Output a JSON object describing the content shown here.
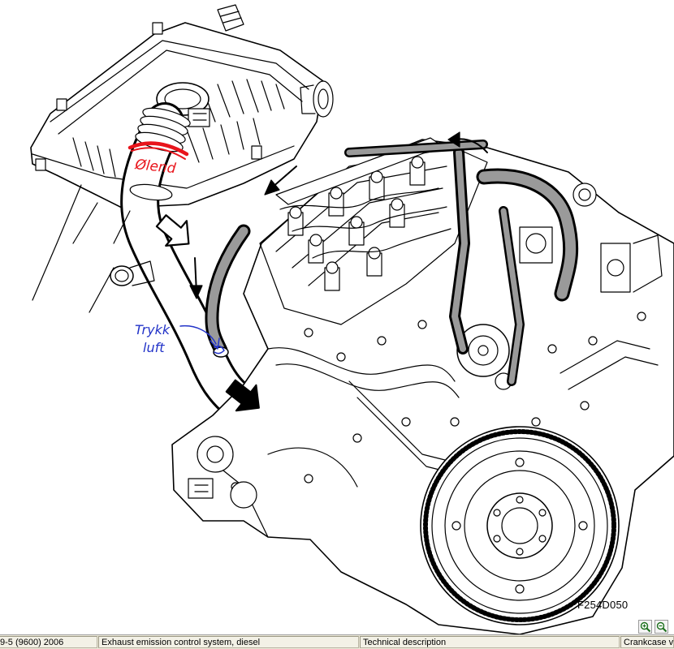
{
  "figure": {
    "id_label": "F254D050"
  },
  "annotations": {
    "red_label": "Ølend",
    "blue_label_line1": "Trykk",
    "blue_label_line2": "luft"
  },
  "zoom": {
    "zoom_in_icon": "zoom-in-icon",
    "zoom_out_icon": "zoom-out-icon"
  },
  "status_bar": {
    "model": "9-5 (9600) 2006",
    "section": "Exhaust emission control system, diesel",
    "doc_type": "Technical description",
    "subsection": "Crankcase ve"
  },
  "colors": {
    "line_art": "#000000",
    "hose_highlight": "#9a9a9a",
    "red_annotation": "#e8141b",
    "blue_annotation": "#2233c8",
    "status_bar_bg": "#ece9d8"
  }
}
